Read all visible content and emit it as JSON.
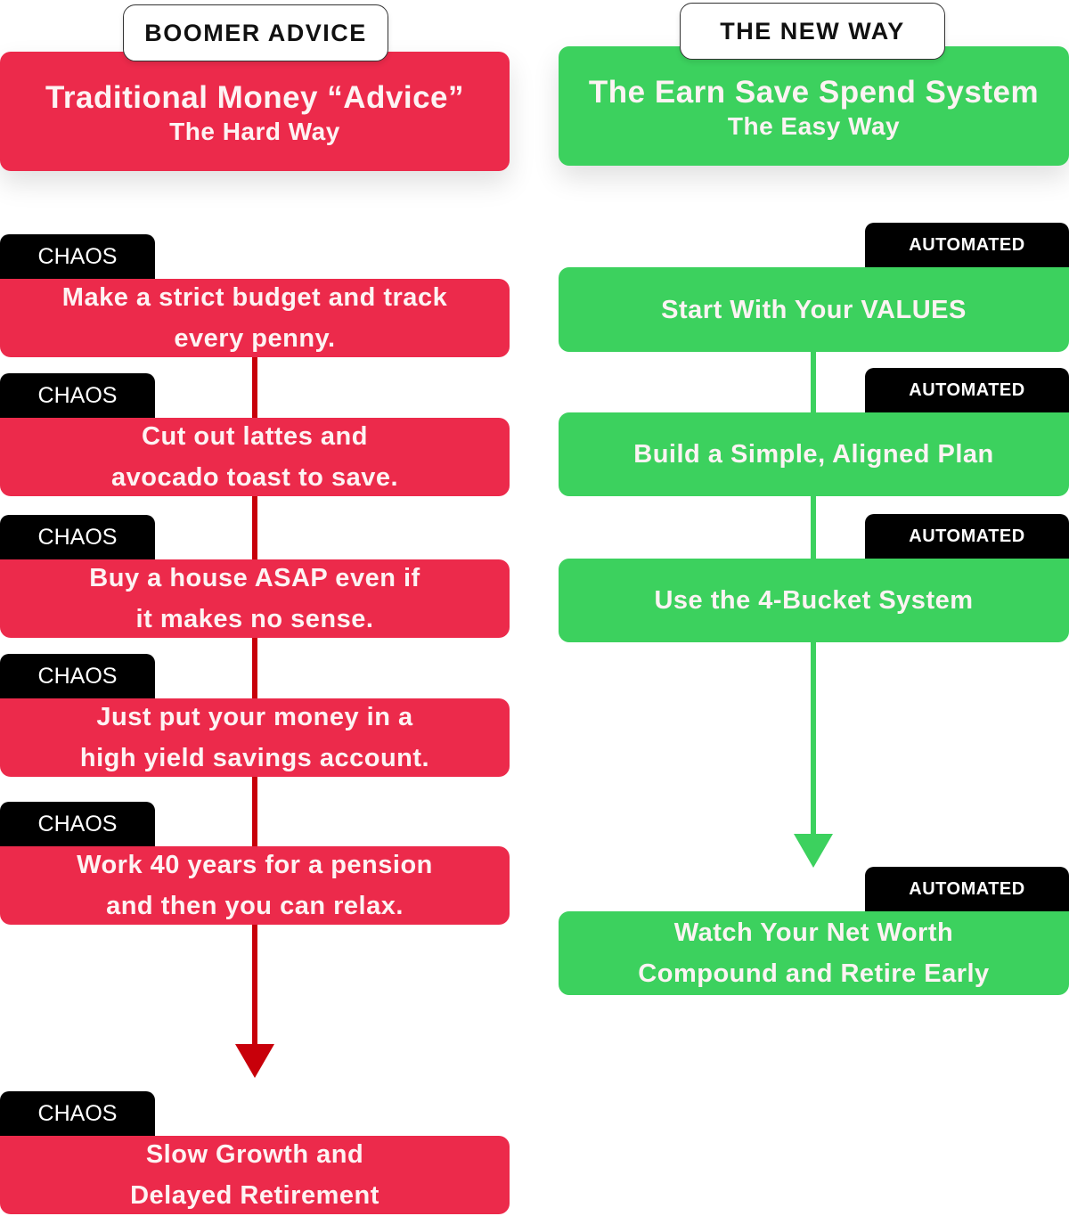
{
  "left": {
    "tag": "BOOMER ADVICE",
    "title": "Traditional Money “Advice”",
    "subtitle": "The Hard Way",
    "badge": "CHAOS",
    "steps": [
      {
        "line1": "Make a strict budget and track",
        "line2": "every penny."
      },
      {
        "line1": "Cut out lattes and",
        "line2": "avocado toast to save."
      },
      {
        "line1": "Buy a house ASAP even if",
        "line2": "it makes no sense."
      },
      {
        "line1": "Just put your money in a",
        "line2": "high yield savings account."
      },
      {
        "line1": "Work 40 years for a pension",
        "line2": "and then you can relax."
      },
      {
        "line1": "Slow Growth and",
        "line2": "Delayed Retirement"
      }
    ]
  },
  "right": {
    "tag": "THE NEW WAY",
    "title": "The Earn Save Spend System",
    "subtitle": "The Easy Way",
    "badge": "AUTOMATED",
    "steps": [
      {
        "line1": "Start With Your VALUES"
      },
      {
        "line1": "Build a Simple, Aligned Plan"
      },
      {
        "line1": "Use the 4-Bucket System"
      },
      {
        "line1": "Watch Your Net Worth",
        "line2": "Compound and Retire Early"
      }
    ]
  },
  "colors": {
    "red": "#EC2A4B",
    "green": "#3CD15E",
    "arrow_red": "#C8000A",
    "badge": "#000000"
  }
}
